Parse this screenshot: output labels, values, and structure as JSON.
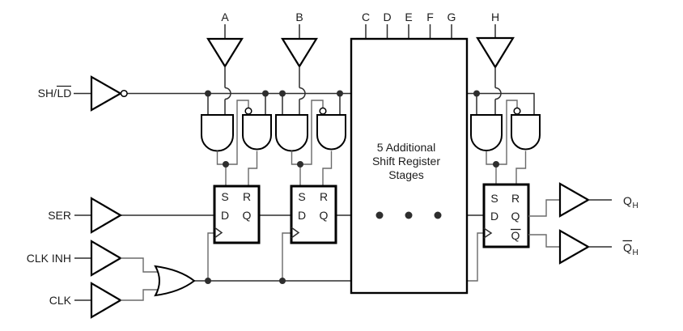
{
  "colors": {
    "background": "#ffffff",
    "line": "#000000",
    "wire": "#2e2e2e",
    "wire_gray": "#6a6a6a",
    "text": "#1c1c1c"
  },
  "diagram": {
    "top_inputs": {
      "a": "A",
      "b": "B",
      "c": "C",
      "d": "D",
      "e": "E",
      "f": "F",
      "g": "G",
      "h": "H"
    },
    "left_inputs": {
      "sh_ld_prefix": "SH/",
      "sh_ld_base": "LD",
      "ser": "SER",
      "clk_inh": "CLK INH",
      "clk": "CLK"
    },
    "flip_flop": {
      "set": "S",
      "reset": "R",
      "data": "D",
      "q": "Q",
      "q_bar": "Q"
    },
    "center_box": {
      "line1": "5 Additional",
      "line2": "Shift Register",
      "line3": "Stages"
    },
    "outputs": {
      "qh_base": "Q",
      "qh_sub": "H",
      "qh_bar_base": "Q",
      "qh_bar_sub": "H"
    }
  }
}
